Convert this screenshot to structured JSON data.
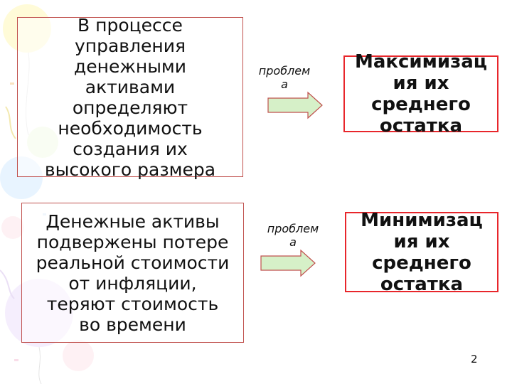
{
  "slide": {
    "left_top_text": "В процессе\nуправления\nденежными\nактивами\nопределяют\nнеобходимость\nсоздания их\nвысокого размера",
    "left_bottom_text": "Денежные активы\nподвержены потере\nреальной стоимости\nот инфляции,\nтеряют стоимость\nво времени",
    "arrow_top_label": "проблем\nа",
    "arrow_bottom_label": "проблем\nа",
    "right_top_text": "Максимизац\nия их\nсреднего\nостатка",
    "right_bottom_text": "Минимизац\nия их\nсреднего\nостатка",
    "page_number": "2"
  },
  "colors": {
    "left_box_border": "#c0504d",
    "right_box_border": "#e8262b",
    "arrow_fill": "#d6f0c8",
    "arrow_stroke": "#c0504d"
  }
}
